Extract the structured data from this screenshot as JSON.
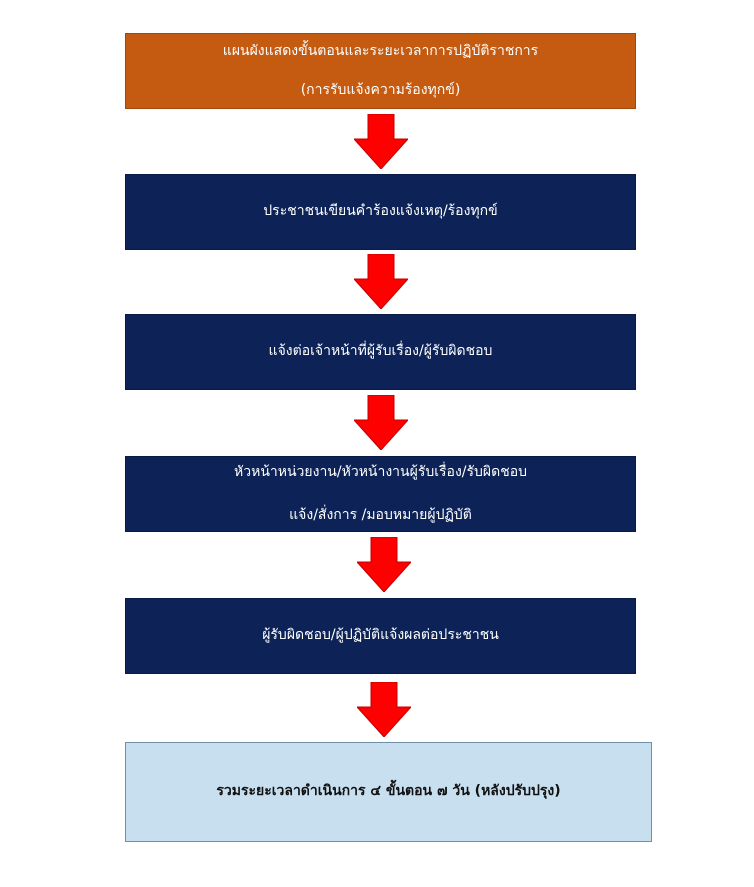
{
  "header": {
    "line1": "แผนผังแสดงขั้นตอนและระยะเวลาการปฏิบัติราชการ",
    "line2": "(การรับแจ้งความร้องทุกข์)"
  },
  "steps": [
    {
      "line1": "ประชาชนเขียนคำร้องแจ้งเหตุ/ร้องทุกข์"
    },
    {
      "line1": "แจ้งต่อเจ้าหน้าที่ผู้รับเรื่อง/ผู้รับผิดชอบ"
    },
    {
      "line1": "หัวหน้าหน่วยงาน/หัวหน้างานผู้รับเรื่อง/รับผิดชอบ",
      "line2": "แจ้ง/สั่งการ /มอบหมายผู้ปฏิบัติ"
    },
    {
      "line1": "ผู้รับผิดชอบ/ผู้ปฏิบัติแจ้งผลต่อประชาชน"
    }
  ],
  "summary": {
    "text": "รวมระยะเวลาดำเนินการ ๔ ขั้นตอน ๗ วัน (หลังปรับปรุง)"
  },
  "colors": {
    "header_box": "#c55a11",
    "step_box": "#0d2357",
    "summary_box": "#c8dff0",
    "arrow": "#ff0000"
  }
}
